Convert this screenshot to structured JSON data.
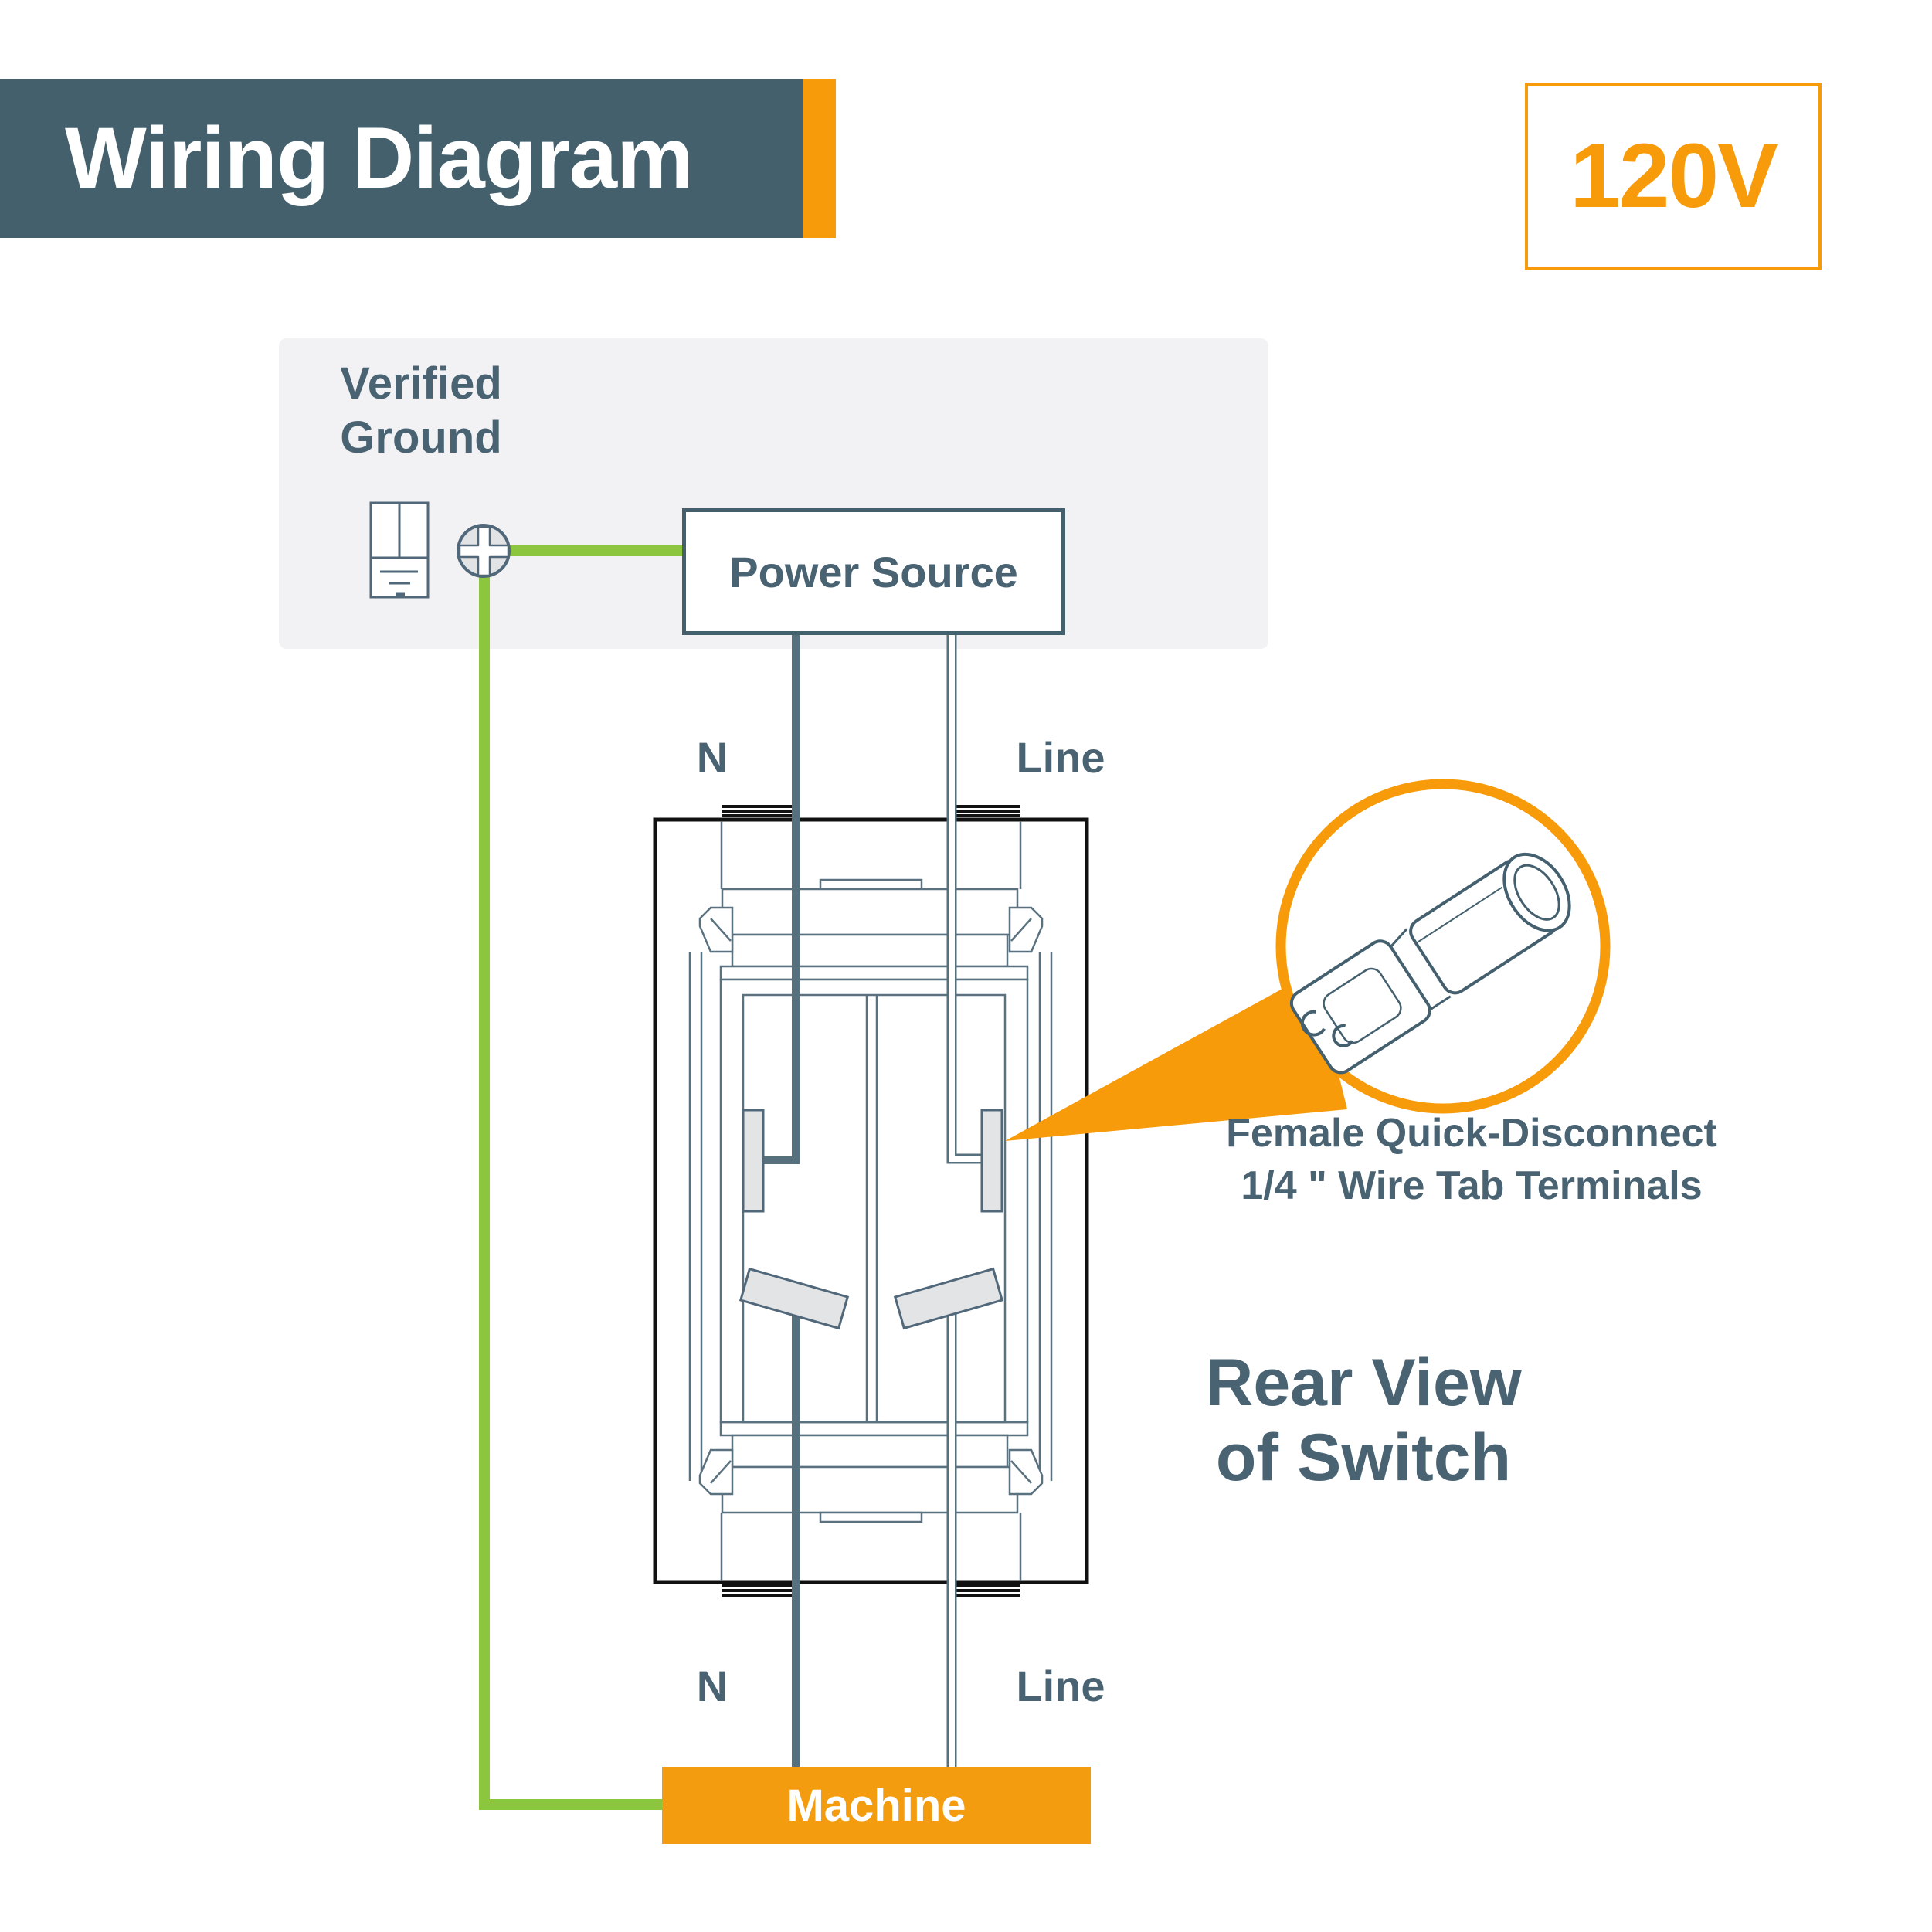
{
  "header": {
    "title": "Wiring Diagram",
    "voltage_badge": "120V"
  },
  "diagram": {
    "ground_label": "Verified\nGround",
    "power_source_label": "Power Source",
    "machine_label": "Machine",
    "wire_labels": {
      "top_n": "N",
      "top_line": "Line",
      "bottom_n": "N",
      "bottom_line": "Line"
    },
    "notes": {
      "terminal": "Female Quick-Disconnect\n1/4 \" Wire  Tab Terminals",
      "rear_view": "Rear View\nof Switch"
    }
  },
  "icons": {
    "ground_symbol": "earth-ground-symbol-icon",
    "screw": "phillips-screw-icon",
    "terminal": "quick-disconnect-terminal-icon"
  },
  "colors": {
    "banner_slate": "#44606d",
    "text_slate": "#4a6373",
    "accent_orange": "#f79b0b",
    "machine_orange": "#f39c0f",
    "ground_green": "#8cc63f",
    "neutral_wire": "#57707e",
    "thin_line": "#5a7180",
    "frame_black": "#111111",
    "panel_gray": "#f2f2f4",
    "terminal_fill": "#e3e4e6"
  }
}
